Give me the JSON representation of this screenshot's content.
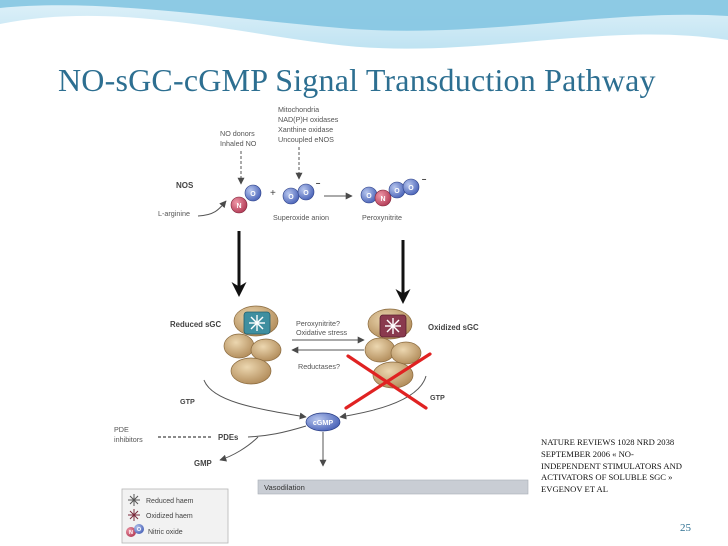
{
  "slide": {
    "title": "NO-sGC-cGMP Signal Transduction Pathway",
    "page_number": "25",
    "citation": "NATURE REVIEWS 1028 NRD 2038\nSEPTEMBER 2006 « NO-\nINDEPENDENT STIMULATORS AND\nACTIVATORS OF SOLUBLE SGC »\nEVGENOV ET AL",
    "colors": {
      "title": "#2d6f91",
      "wave_dark": "#7fc3e0",
      "wave_light": "#c6e7f4",
      "cross": "#e02222"
    }
  },
  "diagram": {
    "sources_no": [
      "NO donors",
      "Inhaled NO"
    ],
    "sources_superoxide": [
      "Mitochondria",
      "NAD(P)H oxidases",
      "Xanthine oxidase",
      "Uncoupled eNOS"
    ],
    "nos": "NOS",
    "l_arginine": "L-arginine",
    "plus": "+",
    "superoxide_anion": "Superoxide anion",
    "peroxynitrite": "Peroxynitrite",
    "atom_n": "N",
    "atom_o": "O",
    "charge_minus": "−",
    "reduced_sgc": "Reduced sGC",
    "oxidized_sgc": "Oxidized sGC",
    "forward_labels": [
      "Peroxynitrite?",
      "Oxidative stress"
    ],
    "reductases": "Reductases?",
    "gtp_left": "GTP",
    "gtp_right": "GTP",
    "cgmp": "cGMP",
    "pde_inhibitors": [
      "PDE",
      "inhibitors"
    ],
    "pdes": "PDEs",
    "gmp": "GMP",
    "vasodilation": "Vasodilation"
  },
  "legend": {
    "items": [
      {
        "label": "Reduced haem"
      },
      {
        "label": "Oxidized haem"
      },
      {
        "label": "Nitric oxide"
      }
    ]
  }
}
